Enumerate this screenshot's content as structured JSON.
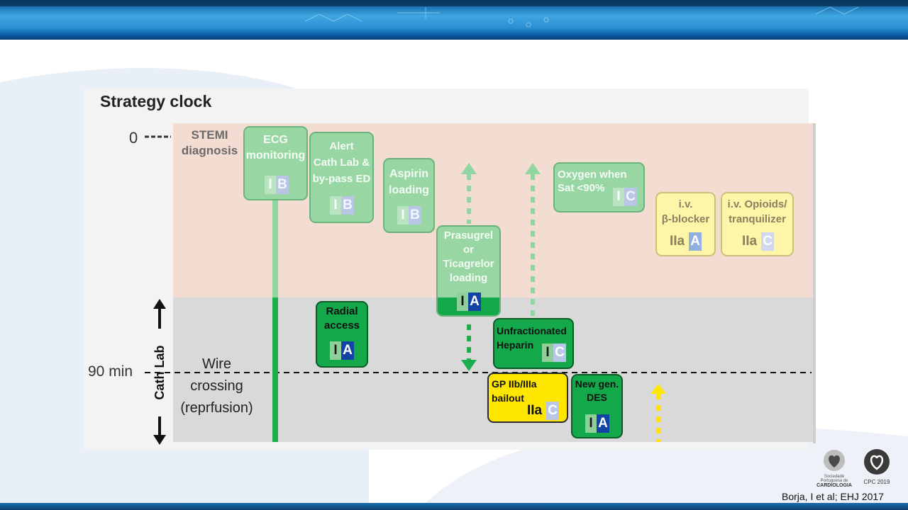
{
  "slide": {
    "title": "Strategy clock",
    "zero_label": "0",
    "ninety_label": "90 min",
    "stemi_label": [
      "STEMI",
      "diagnosis"
    ],
    "wire_label": [
      "Wire",
      "crossing",
      "(reprfusion)"
    ],
    "cathlab_label": "Cath Lab",
    "citation": "Borja, I et al; EHJ 2017",
    "logo1_label": "CARDIOLOGIA",
    "logo1_sub": "Sociedade Portuguesa de",
    "logo2_label": "CPC 2019"
  },
  "boxes": {
    "ecg": {
      "lines": [
        "ECG",
        "monitoring"
      ],
      "cls": "I",
      "level": "B"
    },
    "alert": {
      "lines": [
        "Alert",
        "Cath Lab &",
        "by-pass ED"
      ],
      "cls": "I",
      "level": "B"
    },
    "aspirin": {
      "lines": [
        "Aspirin",
        "loading"
      ],
      "cls": "I",
      "level": "B"
    },
    "prasugrel": {
      "lines": [
        "Prasugrel",
        "or",
        "Ticagrelor",
        "loading"
      ],
      "cls": "I",
      "level": "A"
    },
    "oxygen": {
      "lines": [
        "Oxygen when",
        "Sat <90%"
      ],
      "cls": "I",
      "level": "C"
    },
    "beta": {
      "lines": [
        "i.v.",
        "β-blocker"
      ],
      "cls": "IIa",
      "level": "A"
    },
    "opioid": {
      "lines": [
        "i.v. Opioids/",
        "tranquilizer"
      ],
      "cls": "IIa",
      "level": "C"
    },
    "radial": {
      "lines": [
        "Radial",
        "access"
      ],
      "cls": "I",
      "level": "A"
    },
    "heparin": {
      "lines": [
        "Unfractionated",
        "Heparin"
      ],
      "cls": "I",
      "level": "C"
    },
    "gp": {
      "lines": [
        "GP IIb/IIIa",
        "bailout"
      ],
      "cls": "IIa",
      "level": "C"
    },
    "des": {
      "lines": [
        "New gen.",
        "DES"
      ],
      "cls": "I",
      "level": "A"
    }
  },
  "colors": {
    "faded_green": "#98d7a4",
    "solid_green": "#13a94b",
    "faded_yellow": "#fff5a8",
    "solid_yellow": "#ffe600",
    "pink_zone": "#f3dcd2",
    "gray_zone": "#d9d9d9",
    "header_blue": "#1b74b4"
  }
}
